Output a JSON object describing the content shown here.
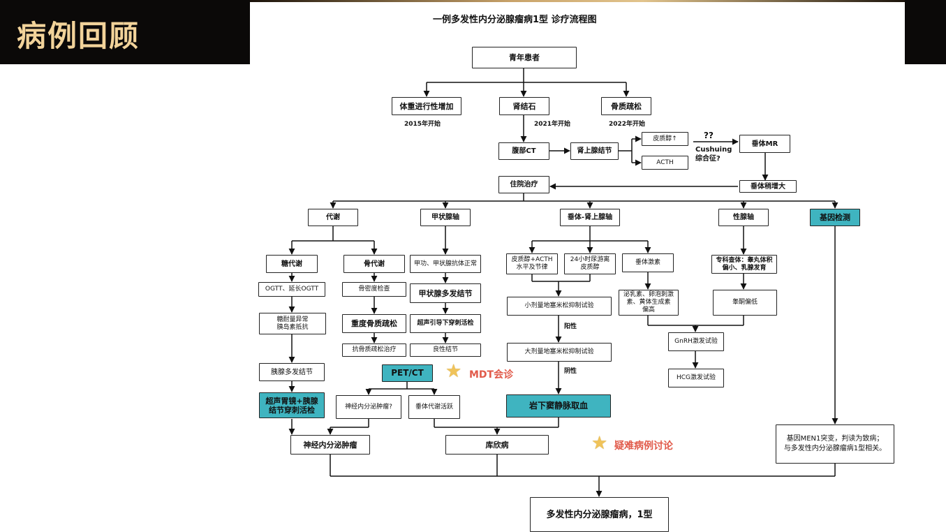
{
  "banner": {
    "title": "病例回顾"
  },
  "diagram": {
    "title": "一例多发性内分泌腺瘤病1型 诊疗流程图",
    "nodes": {
      "youth": "青年患者",
      "weight": "体重进行性增加",
      "kidney_stone": "肾结石",
      "osteoporosis": "骨质疏松",
      "year_2015": "2015年开始",
      "year_2021": "2021年开始",
      "year_2022": "2022年开始",
      "abd_ct": "腹部CT",
      "adrenal_nodule": "肾上腺结节",
      "cortisol_up": "皮质醇↑",
      "acth": "ACTH",
      "question": "??",
      "cushing": "Cushuing\n综合征?",
      "pituitary_mr": "垂体MR",
      "pituitary_enlarge": "垂体稍增大",
      "hospital": "住院治疗",
      "metabolism": "代谢",
      "thyroid_axis": "甲状腺轴",
      "hpa_axis": "垂体-肾上腺轴",
      "gonad_axis": "性腺轴",
      "gene_test": "基因检测",
      "glucose": "糖代谢",
      "bone": "骨代谢",
      "ogtt": "OGTT、延长OGTT",
      "glucose_abn": "糖耐量异常\n胰岛素抵抗",
      "pancreas_nodules": "胰腺多发结节",
      "eus": "超声胃镜+胰腺\n结节穿刺活检",
      "bmd": "骨密度检查",
      "severe_op": "重度骨质疏松",
      "anti_op": "抗骨质疏松治疗",
      "thyroid_func": "甲功、甲状腺抗体正常",
      "thyroid_nodules": "甲状腺多发结节",
      "us_biopsy": "超声引导下穿刺活检",
      "benign": "良性结节",
      "pet_ct": "PET/CT",
      "mdt": "MDT会诊",
      "net_q": "神经内分泌肿瘤?",
      "pit_active": "垂体代谢活跃",
      "cortisol_acth": "皮质醇+ACTH\n水平及节律",
      "ufc": "24小时尿游离\n皮质醇",
      "pit_hormones": "垂体激素",
      "low_dex": "小剂量地塞米松抑制试验",
      "positive": "阳性",
      "high_dex": "大剂量地塞米松抑制试验",
      "negative": "阴性",
      "ipss": "岩下窦静脉取血",
      "prl": "泌乳素、卵泡刺激\n素、黄体生成素\n偏高",
      "physical": "专科查体：睾丸体积\n偏小、乳腺发育",
      "testo_low": "睾酮偏低",
      "gnrh": "GnRH激发试验",
      "hcg": "HCG激发试验",
      "difficult": "疑难病例讨论",
      "gene_result": "基因MEN1突变，判读为致病；\n与多发性内分泌腺瘤病1型相关。",
      "net": "神经内分泌肿瘤",
      "cushing_dz": "库欣病",
      "final_dx": "多发性内分泌腺瘤病，1型"
    }
  },
  "colors": {
    "teal": "#3fb4c0",
    "accent": "#e15a4a",
    "banner_text": "#f2d39a",
    "star": "#f0c35a"
  },
  "icons": {
    "star": "star-icon"
  }
}
